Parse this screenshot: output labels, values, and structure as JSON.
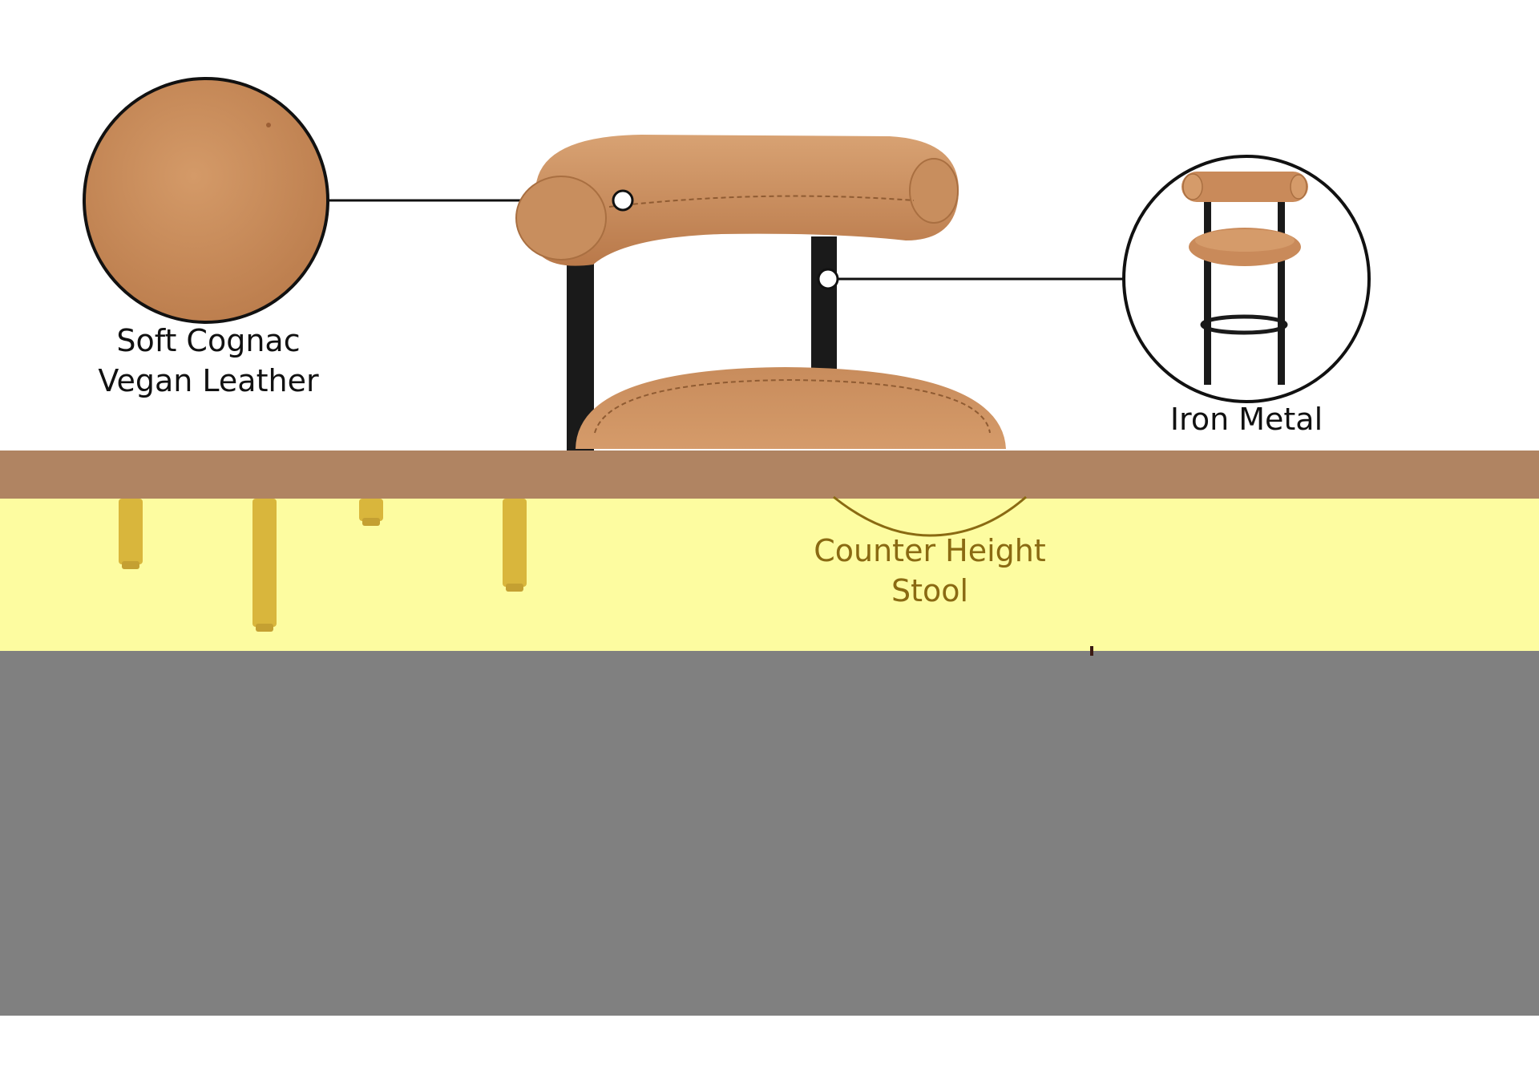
{
  "product": {
    "callouts": [
      {
        "id": "leather",
        "lines": [
          "Soft Cognac",
          "Vegan Leather"
        ]
      },
      {
        "id": "iron",
        "lines": [
          "Iron Metal"
        ]
      },
      {
        "id": "stool",
        "lines": [
          "Counter Height",
          "Stool"
        ]
      }
    ]
  },
  "colors": {
    "cognac_leather": "#c98a5a",
    "metal_frame": "#1a1a1a",
    "band_tan": "#b08462",
    "band_yellow": "#fdfca0",
    "band_gray": "#808080",
    "gold_legs": "#d9b63c",
    "stool_label": "#8a6a12"
  }
}
